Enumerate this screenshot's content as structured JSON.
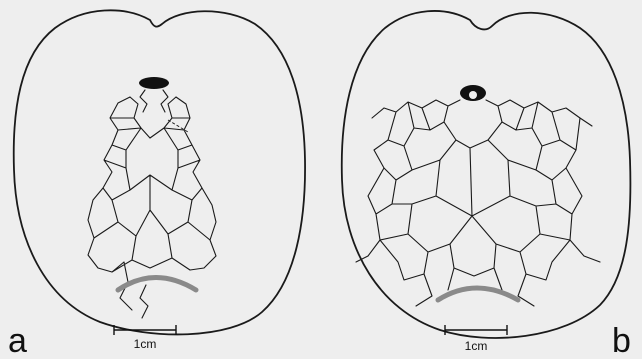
{
  "panels": [
    {
      "letter": "a",
      "scale_label": "1cm"
    },
    {
      "letter": "b",
      "scale_label": "1cm"
    }
  ]
}
